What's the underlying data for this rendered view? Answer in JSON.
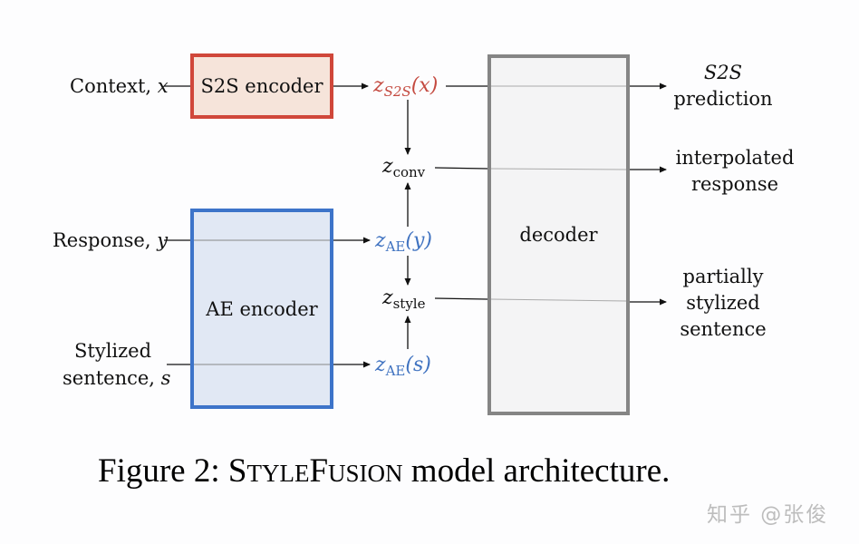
{
  "inputs": {
    "context": {
      "text": "Context, ",
      "var": "x"
    },
    "response": {
      "text": "Response, ",
      "var": "y"
    },
    "stylized_line1": "Stylized",
    "stylized_line2": {
      "text": "sentence, ",
      "var": "s"
    }
  },
  "blocks": {
    "s2s_encoder": "S2S encoder",
    "ae_encoder": "AE encoder",
    "decoder": "decoder"
  },
  "latents": {
    "z_s2s": {
      "base": "z",
      "sub": "S2S",
      "arg": "(x)"
    },
    "z_conv": {
      "base": "z",
      "sub": "conv"
    },
    "z_ae_y": {
      "base": "z",
      "sub": "AE",
      "arg": "(y)"
    },
    "z_style": {
      "base": "z",
      "sub": "style"
    },
    "z_ae_s": {
      "base": "z",
      "sub": "AE",
      "arg": "(s)"
    }
  },
  "outputs": {
    "s2s_prediction": [
      "S2S",
      "prediction"
    ],
    "interpolated_response": [
      "interpolated",
      "response"
    ],
    "partially_stylized": [
      "partially",
      "stylized",
      "sentence"
    ]
  },
  "caption": {
    "prefix": "Figure 2: ",
    "name_parts": [
      "S",
      "TYLE",
      "F",
      "USION"
    ],
    "suffix": " model architecture."
  },
  "watermark": "知乎 @张俊",
  "colors": {
    "s2s_border": "#d0473a",
    "s2s_fill": "#f6e4da",
    "ae_border": "#3d74c9",
    "ae_fill": "#e1e8f4",
    "decoder_border": "#858585",
    "decoder_fill": "#f4f4f5",
    "s2s_latent_text": "#c44a40",
    "ae_latent_text": "#3f72c0"
  }
}
